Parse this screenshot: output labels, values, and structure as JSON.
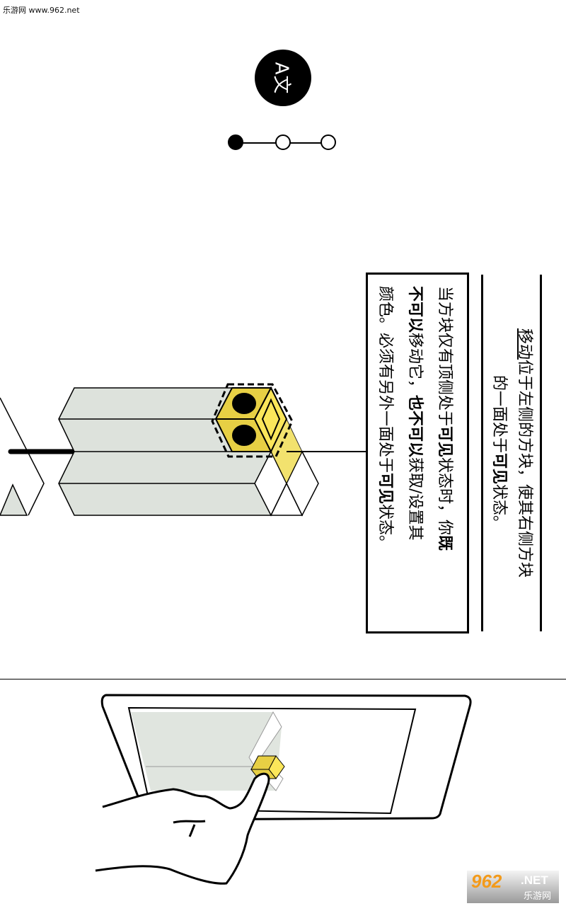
{
  "watermark_top": "乐游网 www.962.net",
  "language_button": {
    "glyph": "A文",
    "icon": "translate-icon"
  },
  "progress": {
    "total_steps": 3,
    "current_step": 1
  },
  "hint": {
    "line1": {
      "u": "移动",
      "a": "位于左侧的方块，使其右侧方块"
    },
    "line2": {
      "a": "的一面处于",
      "b": "可见",
      "c": "状态。"
    }
  },
  "rule": {
    "l1": {
      "a": "当方块仅有顶侧处于",
      "b": "可见",
      "c": "状态时，你",
      "d": "既"
    },
    "l2": {
      "a": "不可以",
      "b": "移动它，",
      "c": "也不可以",
      "d": "获取/设置其"
    },
    "l3": {
      "a": "颜色。必须有另外一面处于",
      "b": "可见",
      "c": "状态。"
    }
  },
  "watermark_bottom": {
    "num": "962",
    "net": ".NET",
    "cn": "乐游网"
  },
  "colors": {
    "cube_yellow": "#f0dc4a",
    "prism_gray": "#dde2dc"
  }
}
